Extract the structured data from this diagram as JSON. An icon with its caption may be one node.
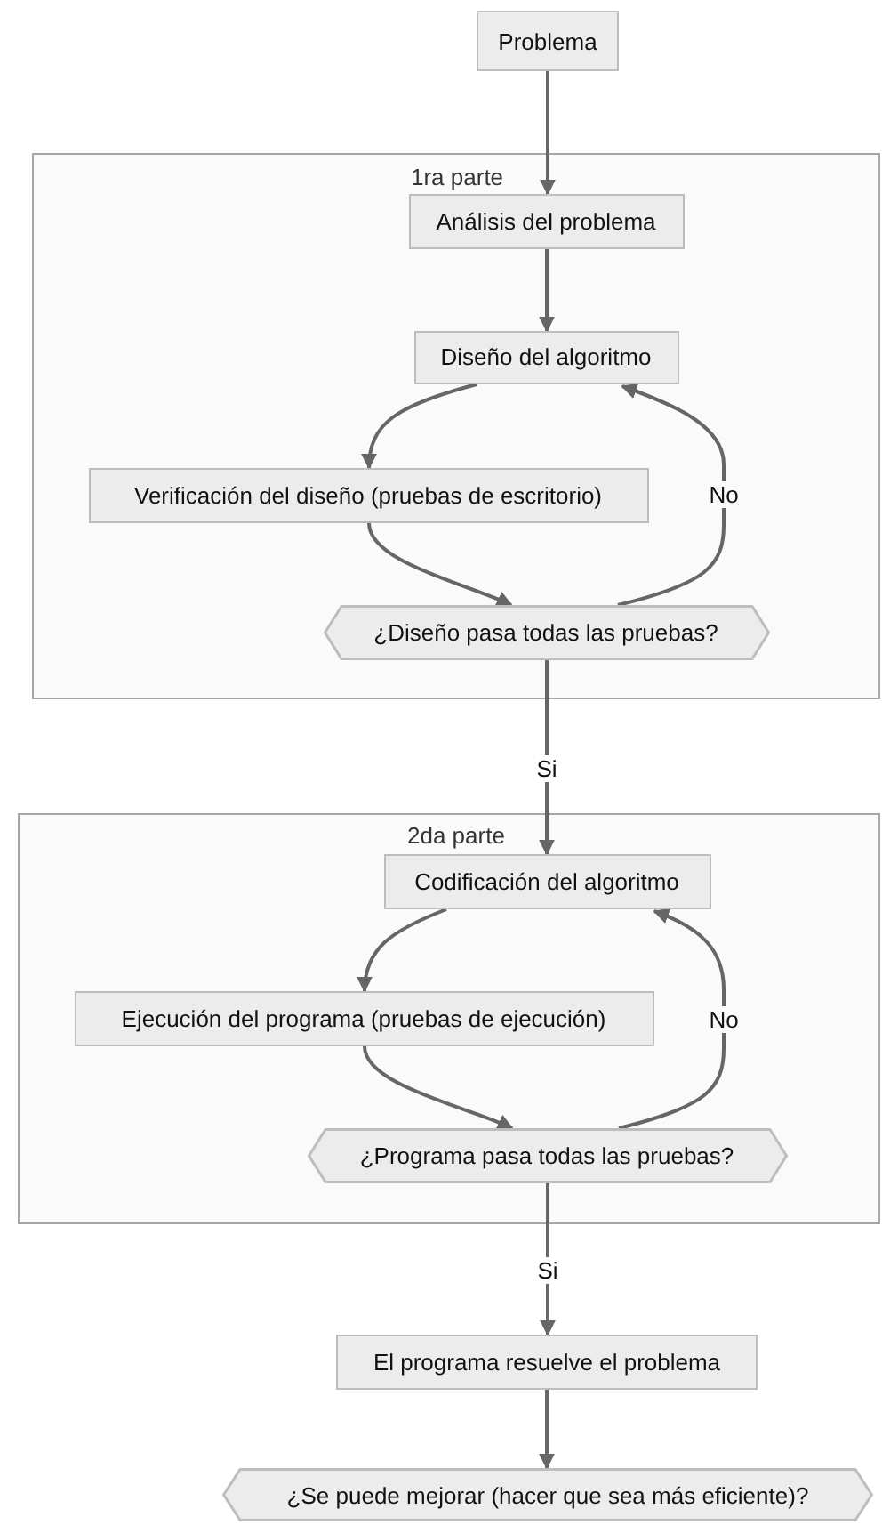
{
  "diagram": {
    "nodes": [
      {
        "text": [
          "Problema"
        ]
      },
      {
        "text": [
          "1ra parte"
        ]
      },
      {
        "text": [
          "Análisis del problema"
        ],
        "in": 1
      },
      {
        "text": [
          "Diseño del algoritmo"
        ],
        "in": 1
      },
      {
        "text": [
          "Verificación del diseño (pruebas de escritorio)"
        ],
        "in": 1
      },
      {
        "text": [
          "¿Diseño pasa todas las pruebas?"
        ],
        "in": 1
      },
      {
        "text": [
          "2da parte"
        ]
      },
      {
        "text": [
          "Codificación del algoritmo"
        ],
        "in": 6
      },
      {
        "text": [
          "Ejecución del programa (pruebas de ejecución)"
        ],
        "in": 6
      },
      {
        "text": [
          "¿Programa pasa todas las pruebas?"
        ],
        "in": 6
      },
      {
        "text": [
          "El programa resuelve el problema"
        ]
      },
      {
        "text": [
          "¿Se puede mejorar (hacer que sea más eficiente)?"
        ]
      }
    ],
    "edges": [
      {
        "from": 0,
        "to": 2,
        "arrow": "to"
      },
      {
        "from": 2,
        "to": 3,
        "arrow": "to"
      },
      {
        "from": 3,
        "to": 4,
        "arrow": "to"
      },
      {
        "from": 4,
        "to": 5,
        "arrow": "to"
      },
      {
        "from": 5,
        "to": 3,
        "arrow": "to",
        "label": "No"
      },
      {
        "from": 5,
        "to": 7,
        "arrow": "to",
        "label": "Si"
      },
      {
        "from": 7,
        "to": 8,
        "arrow": "to"
      },
      {
        "from": 8,
        "to": 9,
        "arrow": "to"
      },
      {
        "from": 9,
        "to": 7,
        "arrow": "to",
        "label": "No"
      },
      {
        "from": 9,
        "to": 10,
        "arrow": "to",
        "label": "Si"
      },
      {
        "from": 10,
        "to": 11,
        "arrow": "to"
      }
    ]
  }
}
